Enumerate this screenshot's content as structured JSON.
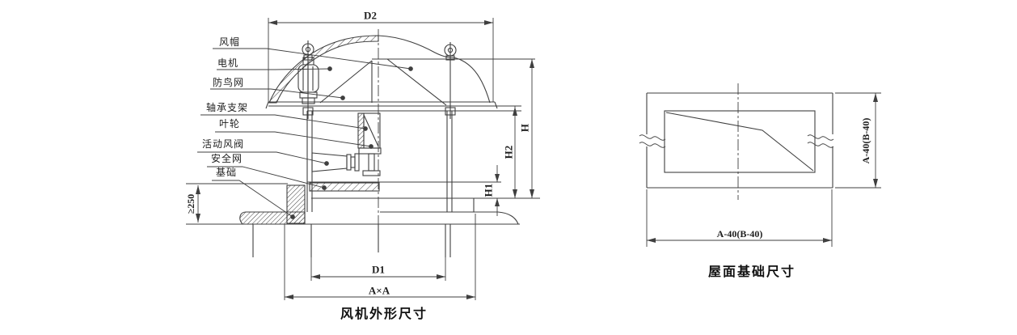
{
  "left_view": {
    "caption": "风机外形尺寸",
    "parts": [
      {
        "label": "风帽"
      },
      {
        "label": "电机"
      },
      {
        "label": "防鸟网"
      },
      {
        "label": "轴承支架"
      },
      {
        "label": "叶轮"
      },
      {
        "label": "活动风阀"
      },
      {
        "label": "安全网"
      },
      {
        "label": "基础"
      }
    ],
    "dims": {
      "d2": "D2",
      "h": "H",
      "h2": "H2",
      "h1": "H1",
      "roof_thickness_min": "≥250",
      "d1": "D1",
      "axa": "A×A"
    }
  },
  "right_view": {
    "caption": "屋面基础尺寸",
    "dims": {
      "vertical": "A-40(B-40)",
      "horizontal": "A-40(B-40)"
    }
  },
  "colors": {
    "line": "#3f3f3f",
    "text": "#1e1e1e",
    "background": "#ffffff"
  }
}
